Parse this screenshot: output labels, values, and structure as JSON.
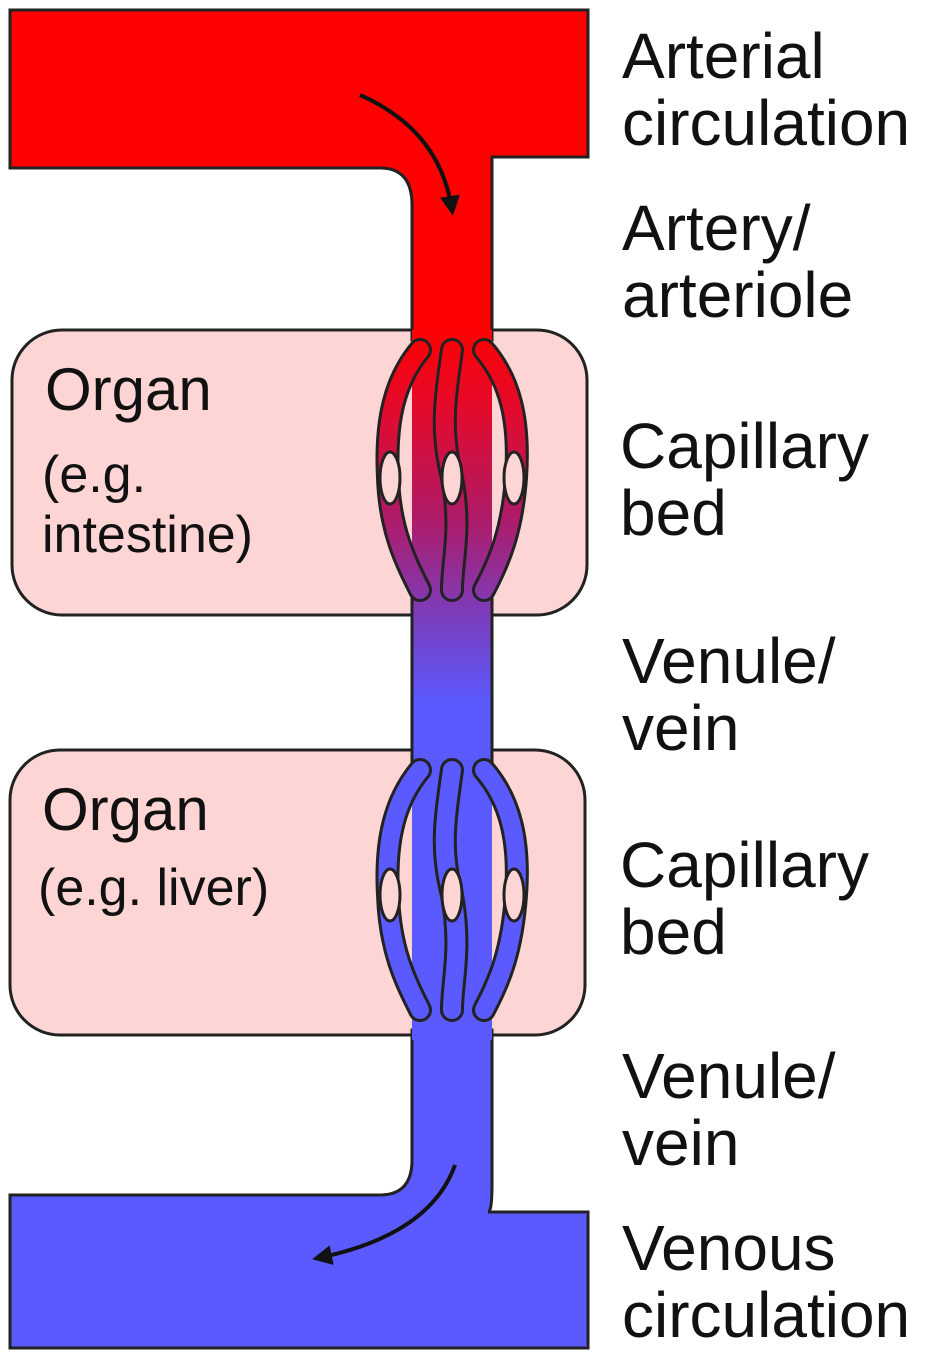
{
  "labels": {
    "arterial": [
      "Arterial",
      "circulation"
    ],
    "artery": [
      "Artery/",
      "arteriole"
    ],
    "capillary_1": [
      "Capillary",
      "bed"
    ],
    "venule_1": [
      "Venule/",
      "vein"
    ],
    "capillary_2": [
      "Capillary",
      "bed"
    ],
    "venule_2": [
      "Venule/",
      "vein"
    ],
    "venous": [
      "Venous",
      "circulation"
    ]
  },
  "organs": [
    {
      "name": "Organ",
      "example": [
        "(e.g.",
        "intestine)"
      ]
    },
    {
      "name": "Organ",
      "example": [
        "(e.g. liver)"
      ]
    }
  ],
  "colors": {
    "arterial": "#ff0000",
    "venous": "#5a5aff",
    "mixed": "#8a2ea8",
    "organ_fill": "#fdd5d5",
    "organ_stroke": "#222222",
    "arrow": "#111111"
  }
}
